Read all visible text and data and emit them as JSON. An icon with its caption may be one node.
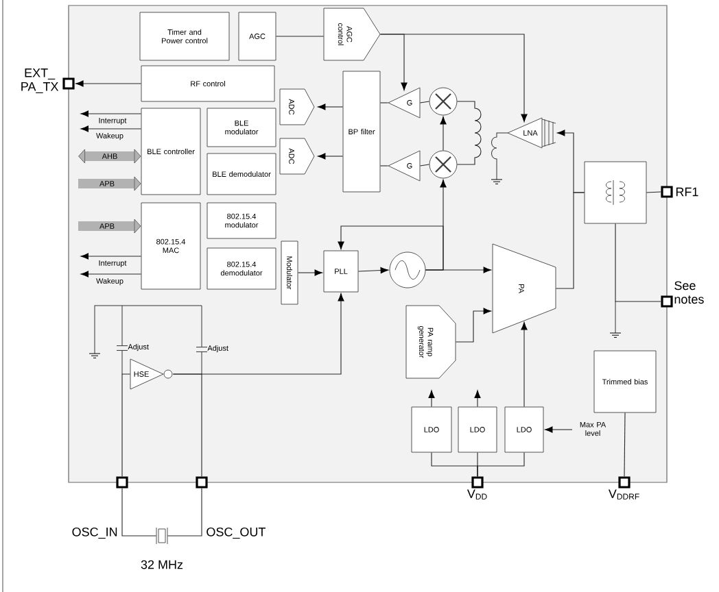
{
  "diagram": {
    "nodes": [
      {
        "text": [
          "Timer and Power control"
        ]
      },
      {
        "text": [
          "AGC"
        ]
      },
      {
        "text": [
          "AGC control"
        ]
      },
      {
        "text": [
          "RF control"
        ]
      },
      {
        "text": [
          "EXT_ PA_TX"
        ]
      },
      {
        "text": [
          "BLE controller"
        ]
      },
      {
        "text": [
          "BLE modulator"
        ]
      },
      {
        "text": [
          "BLE demodulator"
        ]
      },
      {
        "text": [
          "802.15.4 MAC"
        ]
      },
      {
        "text": [
          "802.15.4 modulator"
        ]
      },
      {
        "text": [
          "802.15.4 demodulator"
        ]
      },
      {
        "text": [
          "ADC"
        ]
      },
      {
        "text": [
          "ADC"
        ]
      },
      {
        "text": [
          "BP filter"
        ]
      },
      {
        "text": [
          "G"
        ]
      },
      {
        "text": [
          "G"
        ]
      },
      {
        "text": [],
        "shape": "circle"
      },
      {
        "text": [],
        "shape": "circle"
      },
      {
        "text": [
          "LNA"
        ]
      },
      {
        "text": [],
        "shape": "box"
      },
      {
        "text": [
          "RF1"
        ]
      },
      {
        "text": [
          "Modulator"
        ]
      },
      {
        "text": [
          "PLL"
        ]
      },
      {
        "text": [],
        "shape": "circle"
      },
      {
        "text": [
          "PA"
        ]
      },
      {
        "text": [
          "PA ramp generator"
        ]
      },
      {
        "text": [
          "See notes"
        ]
      },
      {
        "text": [
          "Trimmed bias"
        ]
      },
      {
        "text": [
          "LDO"
        ]
      },
      {
        "text": [
          "LDO"
        ]
      },
      {
        "text": [
          "LDO"
        ]
      },
      {
        "text": [
          "V$_{DD}$"
        ]
      },
      {
        "text": [
          "V$_{DDRF}$"
        ]
      },
      {
        "text": [
          "HSE"
        ]
      },
      {
        "text": [
          "OSC_IN"
        ]
      },
      {
        "text": [
          "OSC_OUT"
        ]
      },
      {
        "text": [],
        "shape": "crystal",
        "beside": [
          "32 MHz"
        ]
      }
    ],
    "edges": [
      {
        "from": 1,
        "to": 2,
        "arrow": "none"
      },
      {
        "from": 3,
        "to": 4,
        "arrow": "to"
      },
      {
        "from": 5,
        "to": null,
        "arrow": "to",
        "label": "Interrupt"
      },
      {
        "from": 5,
        "to": null,
        "arrow": "to",
        "label": "Wakeup"
      },
      {
        "from": null,
        "to": 5,
        "arrow": "both",
        "label": "AHB",
        "style": "thick",
        "color": "#b2b2b2"
      },
      {
        "from": null,
        "to": 5,
        "arrow": "to",
        "label": "APB",
        "style": "thick",
        "color": "#b2b2b2"
      },
      {
        "from": null,
        "to": 8,
        "arrow": "to",
        "label": "APB",
        "style": "thick",
        "color": "#b2b2b2"
      },
      {
        "from": 8,
        "to": null,
        "arrow": "to",
        "label": "Interrupt"
      },
      {
        "from": 8,
        "to": null,
        "arrow": "to",
        "label": "Wakeup"
      },
      {
        "from": 13,
        "to": 11,
        "arrow": "to"
      },
      {
        "from": 13,
        "to": 12,
        "arrow": "to"
      },
      {
        "from": 14,
        "to": 13,
        "arrow": "none"
      },
      {
        "from": 15,
        "to": 13,
        "arrow": "none"
      },
      {
        "from": 16,
        "to": 14,
        "arrow": "none"
      },
      {
        "from": 17,
        "to": 15,
        "arrow": "none"
      },
      {
        "from": 2,
        "to": 14,
        "arrow": "to"
      },
      {
        "from": 2,
        "to": 18,
        "arrow": "to"
      },
      {
        "from": 19,
        "to": 18,
        "arrow": "to"
      },
      {
        "from": 24,
        "to": 19,
        "arrow": "none"
      },
      {
        "from": 19,
        "to": 20,
        "arrow": "none"
      },
      {
        "from": 19,
        "to": 26,
        "arrow": "none"
      },
      {
        "from": 27,
        "to": 32,
        "arrow": "none"
      },
      {
        "from": 21,
        "to": 22,
        "arrow": "to"
      },
      {
        "from": 22,
        "to": 23,
        "arrow": "to"
      },
      {
        "from": 23,
        "to": 24,
        "arrow": "to"
      },
      {
        "from": 23,
        "to": 17,
        "arrow": "to"
      },
      {
        "from": 17,
        "to": 16,
        "arrow": "to"
      },
      {
        "from": 23,
        "to": 22,
        "arrow": "to"
      },
      {
        "from": 25,
        "to": 24,
        "arrow": "to"
      },
      {
        "from": 30,
        "to": 24,
        "arrow": "to"
      },
      {
        "from": 28,
        "to": null,
        "arrow": "to"
      },
      {
        "from": 29,
        "to": null,
        "arrow": "to"
      },
      {
        "from": 31,
        "to": 28,
        "arrow": "none"
      },
      {
        "from": 31,
        "to": 29,
        "arrow": "none"
      },
      {
        "from": 31,
        "to": 30,
        "arrow": "none"
      },
      {
        "from": null,
        "to": 30,
        "arrow": "to",
        "label": "Max PA level"
      },
      {
        "from": 33,
        "to": 22,
        "arrow": "to"
      },
      {
        "from": 34,
        "to": 33,
        "arrow": "none"
      },
      {
        "from": 35,
        "to": 33,
        "arrow": "none"
      },
      {
        "from": 34,
        "to": 36,
        "arrow": "none"
      },
      {
        "from": 36,
        "to": 35,
        "arrow": "none"
      },
      {
        "from": 16,
        "to": 17,
        "arrow": "none"
      }
    ],
    "labels": [
      "Adjust",
      "Adjust"
    ]
  }
}
